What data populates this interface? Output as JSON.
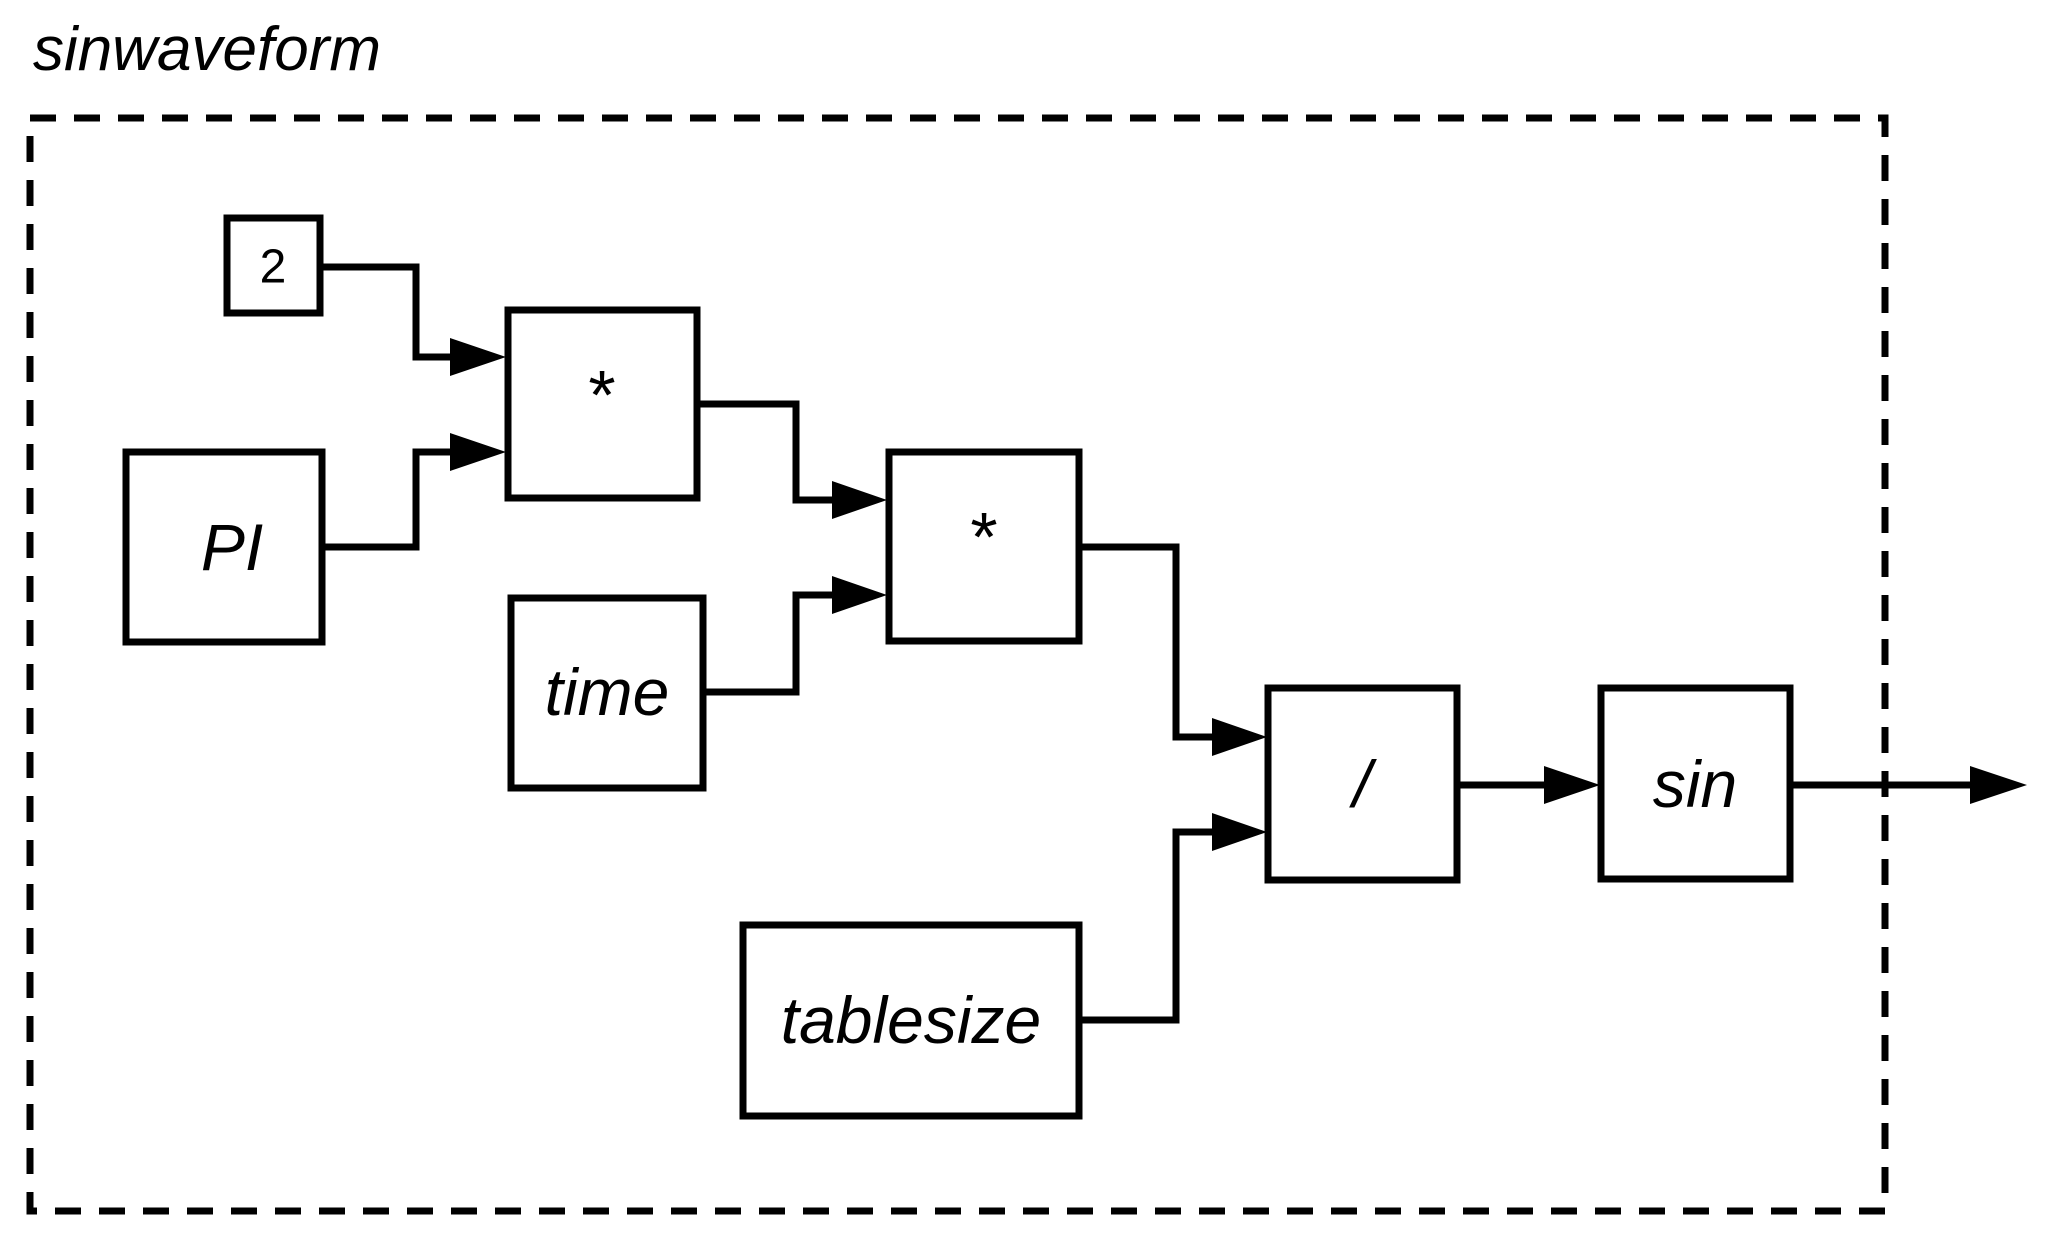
{
  "diagram": {
    "title": "sinwaveform",
    "nodes": {
      "const_two": "2",
      "pi": "PI",
      "multiply_1": "*",
      "time": "time",
      "multiply_2": "*",
      "tablesize": "tablesize",
      "divide": "/",
      "sin": "sin"
    },
    "connections": [
      {
        "from": "const_two",
        "to": "multiply_1"
      },
      {
        "from": "pi",
        "to": "multiply_1"
      },
      {
        "from": "multiply_1",
        "to": "multiply_2"
      },
      {
        "from": "time",
        "to": "multiply_2"
      },
      {
        "from": "multiply_2",
        "to": "divide"
      },
      {
        "from": "tablesize",
        "to": "divide"
      },
      {
        "from": "divide",
        "to": "sin"
      },
      {
        "from": "sin",
        "to": "output"
      }
    ]
  }
}
